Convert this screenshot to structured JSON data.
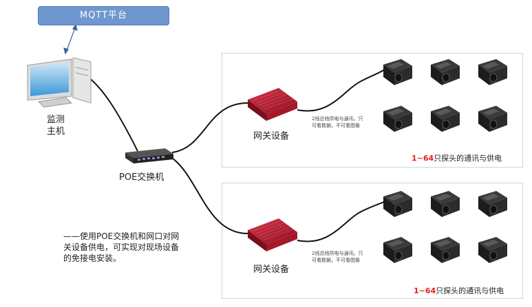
{
  "mqtt": {
    "label": "MQTT平台"
  },
  "host": {
    "line1": "监测",
    "line2": "主机"
  },
  "switch": {
    "label": "POE交换机"
  },
  "groups": [
    {
      "gateway_label": "网关设备",
      "bus_note_line1": "2线总线供电与通讯。只",
      "bus_note_line2": "可看数据，不可看图像",
      "probe_prefix": "1~64",
      "probe_suffix": "只探头的通讯与供电"
    },
    {
      "gateway_label": "网关设备",
      "bus_note_line1": "2线总线供电与通讯。只",
      "bus_note_line2": "可看数据，不可看图像",
      "probe_prefix": "1~64",
      "probe_suffix": "只探头的通讯与供电"
    }
  ],
  "caption": {
    "line1": "——使用POE交换机和网口对网",
    "line2": "关设备供电，可实现对现场设备",
    "line3": "的免接电安装。"
  }
}
